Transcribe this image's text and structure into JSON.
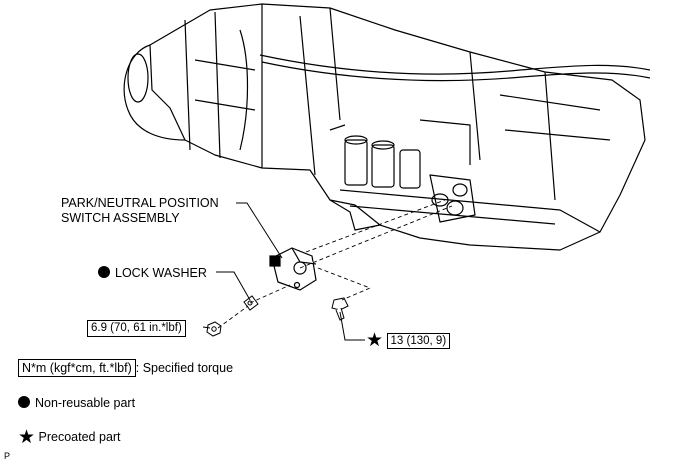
{
  "labels": {
    "switch_line1": "PARK/NEUTRAL POSITION",
    "switch_line2": "SWITCH ASSEMBLY",
    "lock_washer": "LOCK WASHER",
    "torque_nut": "6.9 (70, 61 in.*lbf)",
    "torque_bolt": "13 (130, 9)"
  },
  "legend": {
    "torque_unit": "N*m (kgf*cm, ft.*lbf)",
    "torque_desc": ": Specified torque",
    "nonreusable": "Non-reusable part",
    "precoated": "Precoated part"
  },
  "footer": {
    "code": "P"
  },
  "icons": [
    "black-dot-icon",
    "black-star-icon"
  ],
  "colors": {
    "line": "#000000",
    "background": "#ffffff"
  }
}
